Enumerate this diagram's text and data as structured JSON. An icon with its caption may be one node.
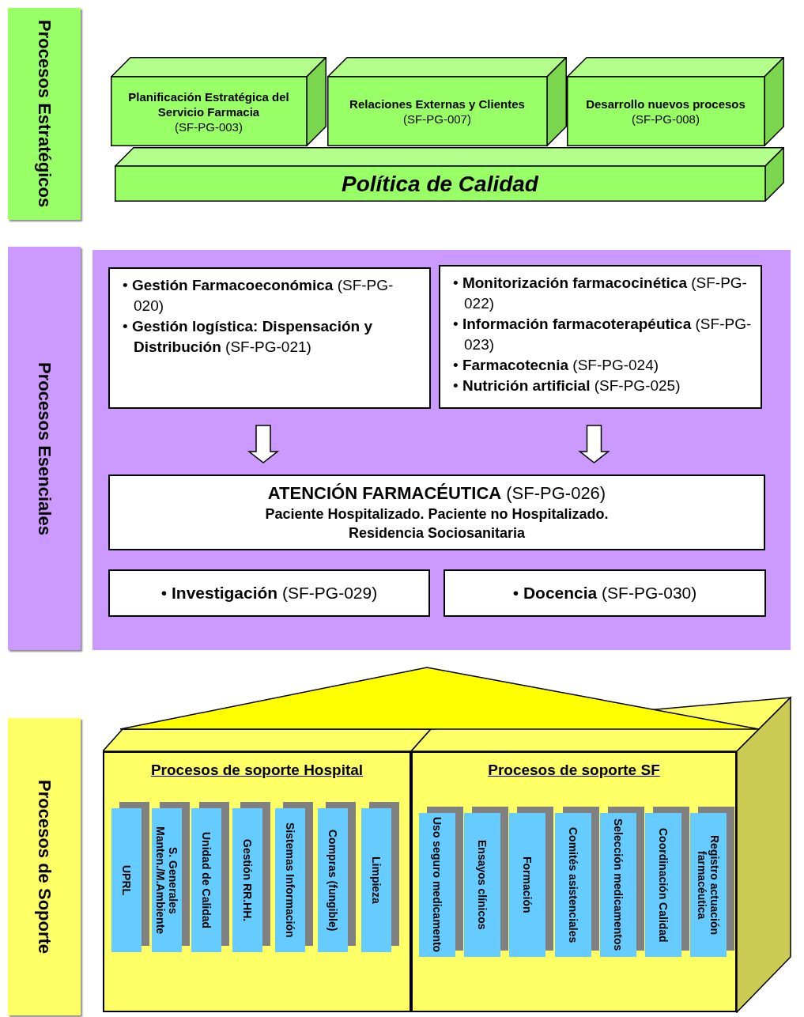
{
  "diagram": {
    "nodes": [
      {
        "text": [
          "Procesos Estratégicos"
        ]
      },
      {
        "text": [
          "Planificación Estratégica del Servicio Farmacia",
          "(SF-PG-003)"
        ]
      },
      {
        "text": [
          "Relaciones Externas y Clientes",
          "(SF-PG-007)"
        ]
      },
      {
        "text": [
          "Desarrollo nuevos procesos",
          "(SF-PG-008)"
        ]
      },
      {
        "text": [
          "Política de Calidad"
        ]
      },
      {
        "text": [
          "Procesos Esenciales"
        ]
      },
      {
        "text": [],
        "shape": "box"
      },
      {
        "text": [
          "• **Gestión Farmacoeconómica** (SF-PG-020)",
          "• **Gestión logística: Dispensación y Distribución** (SF-PG-021)"
        ],
        "in": 6
      },
      {
        "text": [
          "• **Monitorización farmacocinética** (SF-PG-022)",
          "• **Información farmacoterapéutica** (SF-PG-023)",
          "• **Farmacotecnia** (SF-PG-024)",
          "• **Nutrición artificial** (SF-PG-025)"
        ],
        "in": 6
      },
      {
        "text": [
          "**ATENCIÓN FARMACÉUTICA** (SF-PG-026)",
          "Paciente Hospitalizado. Paciente no Hospitalizado. Residencia Sociosanitaria"
        ],
        "in": 6
      },
      {
        "text": [
          "• **Investigación** (SF-PG-029)"
        ],
        "in": 6
      },
      {
        "text": [
          "• **Docencia** (SF-PG-030)"
        ],
        "in": 6
      },
      {
        "text": [
          "Procesos de Soporte"
        ]
      },
      {
        "text": [
          "Procesos de soporte Hospital"
        ]
      },
      {
        "text": [
          "Procesos de soporte SF"
        ]
      },
      {
        "text": [
          "UPRL"
        ],
        "in": 13
      },
      {
        "text": [
          "S. Generales Manten./M.Ambiente"
        ],
        "in": 13
      },
      {
        "text": [
          "Unidad de Calidad"
        ],
        "in": 13
      },
      {
        "text": [
          "Gestión RR.HH."
        ],
        "in": 13
      },
      {
        "text": [
          "Sistemas Información"
        ],
        "in": 13
      },
      {
        "text": [
          "Compras (fungible)"
        ],
        "in": 13
      },
      {
        "text": [
          "Limpieza"
        ],
        "in": 13
      },
      {
        "text": [
          "Uso seguro medicamento"
        ],
        "in": 14
      },
      {
        "text": [
          "Ensayos clínicos"
        ],
        "in": 14
      },
      {
        "text": [
          "Formación"
        ],
        "in": 14
      },
      {
        "text": [
          "Comités asistenciales"
        ],
        "in": 14
      },
      {
        "text": [
          "Selección medicamentos"
        ],
        "in": 14
      },
      {
        "text": [
          "Coordinación Calidad"
        ],
        "in": 14
      },
      {
        "text": [
          "Registro actuación farmacéutica"
        ],
        "in": 14
      }
    ],
    "edges": [
      {
        "from": 7,
        "to": 9,
        "arrow": "to"
      },
      {
        "from": 8,
        "to": 9,
        "arrow": "to"
      }
    ]
  }
}
